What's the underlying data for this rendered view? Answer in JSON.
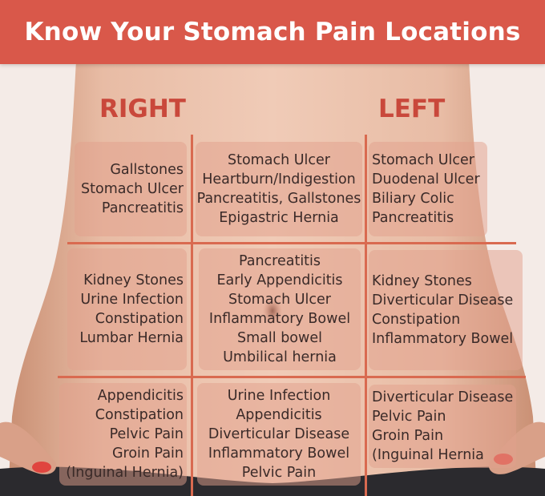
{
  "title": "Know Your Stomach Pain Locations",
  "labels": {
    "right": "RIGHT",
    "left": "LEFT"
  },
  "regions": {
    "upper_right": [
      "Gallstones",
      "Stomach Ulcer",
      "Pancreatitis"
    ],
    "upper_middle": [
      "Stomach Ulcer",
      "Heartburn/Indigestion",
      "Pancreatitis, Gallstones",
      "Epigastric Hernia"
    ],
    "upper_left": [
      "Stomach Ulcer",
      "Duodenal Ulcer",
      "Biliary Colic",
      "Pancreatitis"
    ],
    "middle_right": [
      "Kidney Stones",
      "Urine Infection",
      "Constipation",
      "Lumbar Hernia"
    ],
    "center": [
      "Pancreatitis",
      "Early Appendicitis",
      "Stomach Ulcer",
      "Inflammatory Bowel",
      "Small bowel",
      "Umbilical hernia"
    ],
    "middle_left": [
      "Kidney Stones",
      "Diverticular Disease",
      "Constipation",
      "Inflammatory Bowel"
    ],
    "lower_right": [
      "Appendicitis",
      "Constipation",
      "Pelvic Pain",
      "Groin Pain",
      "(Inguinal Hernia)"
    ],
    "lower_middle": [
      "Urine Infection",
      "Appendicitis",
      "Diverticular Disease",
      "Inflammatory Bowel",
      "Pelvic Pain"
    ],
    "lower_left": [
      "Diverticular Disease",
      "Pelvic Pain",
      "Groin Pain",
      "(Inguinal Hernia"
    ]
  },
  "colors": {
    "header": "#d9584a",
    "label": "#c9483b",
    "grid": "#d96a50",
    "nail": "#e0453f"
  }
}
